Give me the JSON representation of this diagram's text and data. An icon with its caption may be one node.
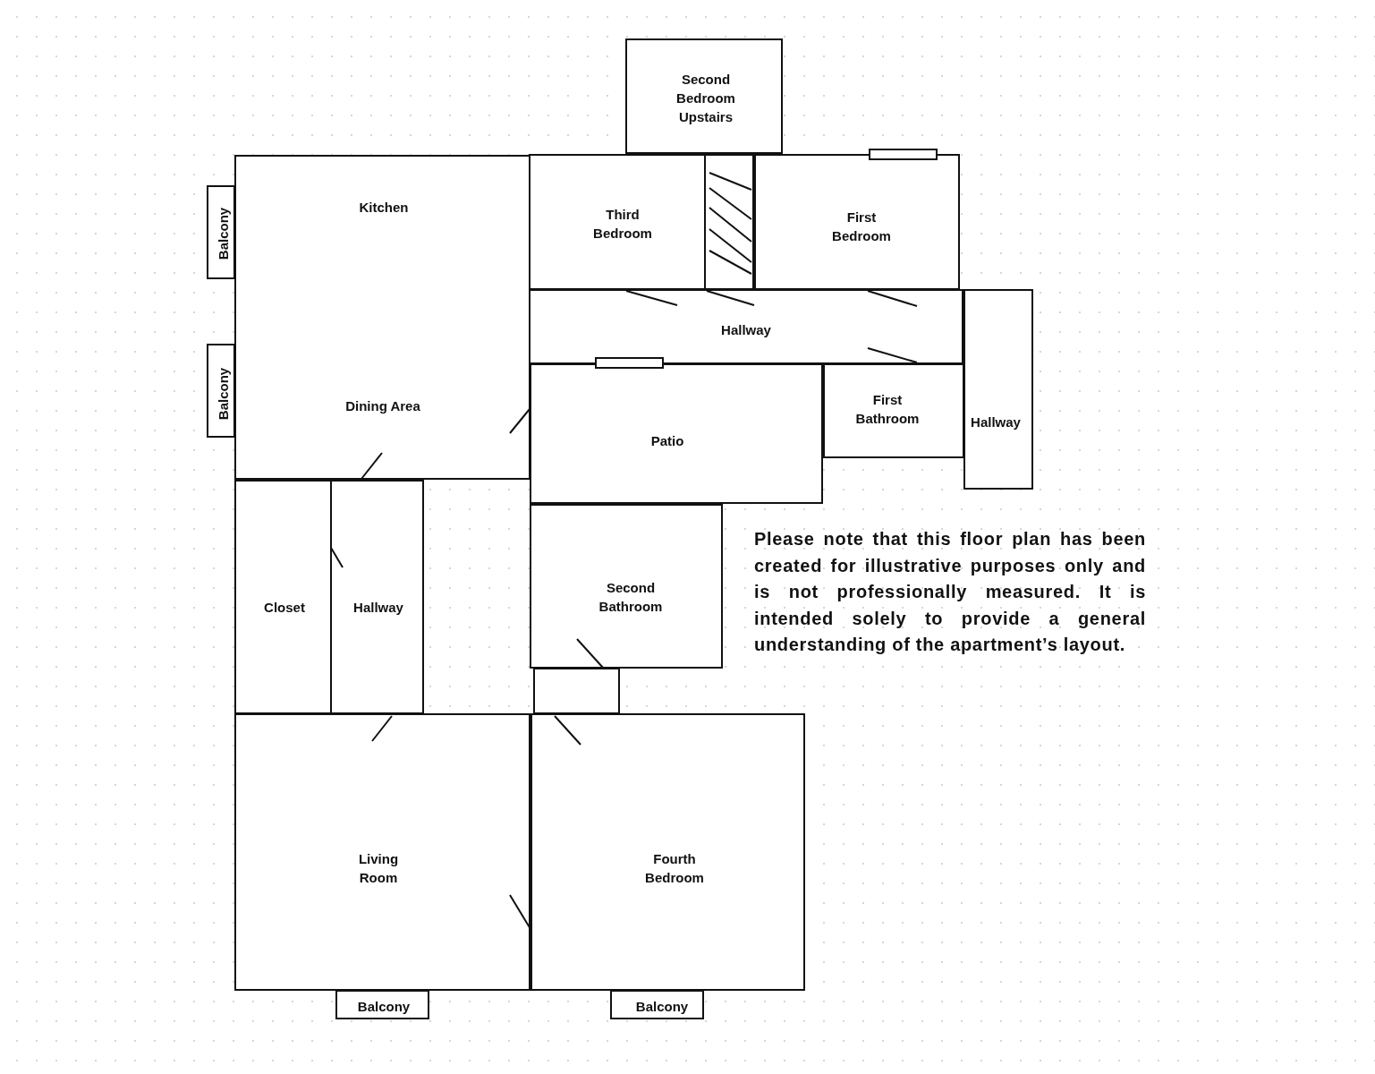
{
  "diagram": {
    "nodes": [
      {
        "text": [
          "Second Bedroom Upstairs"
        ]
      },
      {
        "text": [],
        "shape": "bar"
      },
      {
        "text": [
          "Balcony"
        ]
      },
      {
        "text": [
          "Kitchen",
          "Dining Area"
        ]
      },
      {
        "text": [
          "Third Bedroom"
        ]
      },
      {
        "text": [
          "First Bedroom"
        ]
      },
      {
        "text": [
          "Hallway"
        ]
      },
      {
        "text": [
          "Hallway"
        ]
      },
      {
        "text": [
          "Balcony"
        ]
      },
      {
        "text": [],
        "shape": "bar"
      },
      {
        "text": [
          "First Bathroom"
        ]
      },
      {
        "text": [
          "Patio"
        ]
      },
      {
        "text": [
          "Closet"
        ]
      },
      {
        "text": [
          "Hallway"
        ]
      },
      {
        "text": [
          "Second Bathroom"
        ]
      },
      {
        "text": [],
        "shape": "box"
      },
      {
        "text": [
          "Living Room"
        ]
      },
      {
        "text": [
          "Fourth Bedroom"
        ]
      },
      {
        "text": [
          "Balcony"
        ]
      },
      {
        "text": [
          "Balcony"
        ]
      }
    ],
    "labels": [
      "Please note that this floor plan has been created for illustrative purposes only and is not professionally measured. It is intended solely to provide a general understanding of the apartment’s layout."
    ]
  }
}
